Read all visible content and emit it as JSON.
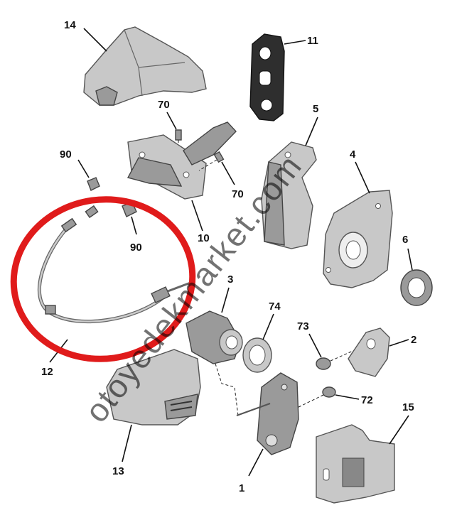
{
  "watermark": "otoyedekmarket.com",
  "callouts": {
    "p1": "1",
    "p2": "2",
    "p3": "3",
    "p4": "4",
    "p5": "5",
    "p6": "6",
    "p10": "10",
    "p11": "11",
    "p12": "12",
    "p13": "13",
    "p14": "14",
    "p15": "15",
    "p70a": "70",
    "p70b": "70",
    "p72": "72",
    "p73": "73",
    "p74": "74",
    "p90a": "90",
    "p90b": "90"
  },
  "colors": {
    "highlight_ring": "#e01b1b",
    "part_fill": "#c8c8c8",
    "ink": "#111111"
  }
}
